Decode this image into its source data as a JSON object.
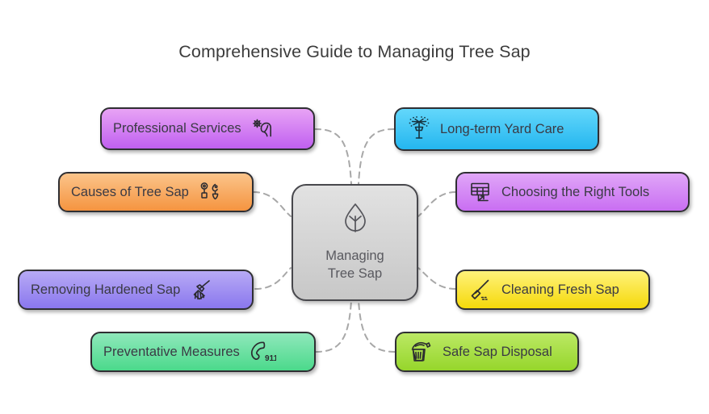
{
  "title": "Comprehensive Guide to Managing Tree Sap",
  "center": {
    "line1": "Managing",
    "line2": "Tree Sap",
    "icon": "leaf-icon",
    "fill_top": "#e2e2e2",
    "fill_bottom": "#c7c7c7",
    "border": "#47474c",
    "text_color": "#59595f"
  },
  "connector": {
    "color": "#a8a8a8",
    "style": "dashed",
    "width": 2
  },
  "nodes": [
    {
      "id": "professional-services",
      "label": "Professional Services",
      "icon": "gear-hand-icon",
      "side": "left",
      "icon_position": "right",
      "fill_top": "#e8a3f5",
      "fill_bottom": "#c060f0",
      "border": "#2f2f33",
      "text_color": "#3a3a44"
    },
    {
      "id": "causes-of-tree-sap",
      "label": "Causes of Tree Sap",
      "icon": "plants-icon",
      "side": "left",
      "icon_position": "right",
      "fill_top": "#fbc48a",
      "fill_bottom": "#f59440",
      "border": "#2f2f33",
      "text_color": "#3a3a44"
    },
    {
      "id": "removing-hardened-sap",
      "label": "Removing Hardened Sap",
      "icon": "broom-icon",
      "side": "left",
      "icon_position": "right",
      "fill_top": "#b7aaf5",
      "fill_bottom": "#8a77ee",
      "border": "#2f2f33",
      "text_color": "#3a3a44"
    },
    {
      "id": "preventative-measures",
      "label": "Preventative Measures",
      "icon": "phone-911-icon",
      "side": "left",
      "icon_position": "right",
      "fill_top": "#8fe8bb",
      "fill_bottom": "#4bd98b",
      "border": "#2f2f33",
      "text_color": "#3a3a44"
    },
    {
      "id": "long-term-yard-care",
      "label": "Long-term Yard Care",
      "icon": "sprinkler-icon",
      "side": "right",
      "icon_position": "left",
      "fill_top": "#63d7fb",
      "fill_bottom": "#24b6ef",
      "border": "#2f2f33",
      "text_color": "#2c3a44"
    },
    {
      "id": "choosing-the-right-tools",
      "label": "Choosing the Right Tools",
      "icon": "table-chart-icon",
      "side": "right",
      "icon_position": "left",
      "fill_top": "#e0a6f8",
      "fill_bottom": "#c96ef2",
      "border": "#2f2f33",
      "text_color": "#3a3a44"
    },
    {
      "id": "cleaning-fresh-sap",
      "label": "Cleaning Fresh Sap",
      "icon": "mop-icon",
      "side": "right",
      "icon_position": "left",
      "fill_top": "#fff27a",
      "fill_bottom": "#f5d90a",
      "border": "#2f2f33",
      "text_color": "#3a3a44"
    },
    {
      "id": "safe-sap-disposal",
      "label": "Safe Sap Disposal",
      "icon": "trash-hand-icon",
      "side": "right",
      "icon_position": "left",
      "fill_top": "#bbe864",
      "fill_bottom": "#96d62b",
      "border": "#2f2f33",
      "text_color": "#3a3a44"
    }
  ]
}
